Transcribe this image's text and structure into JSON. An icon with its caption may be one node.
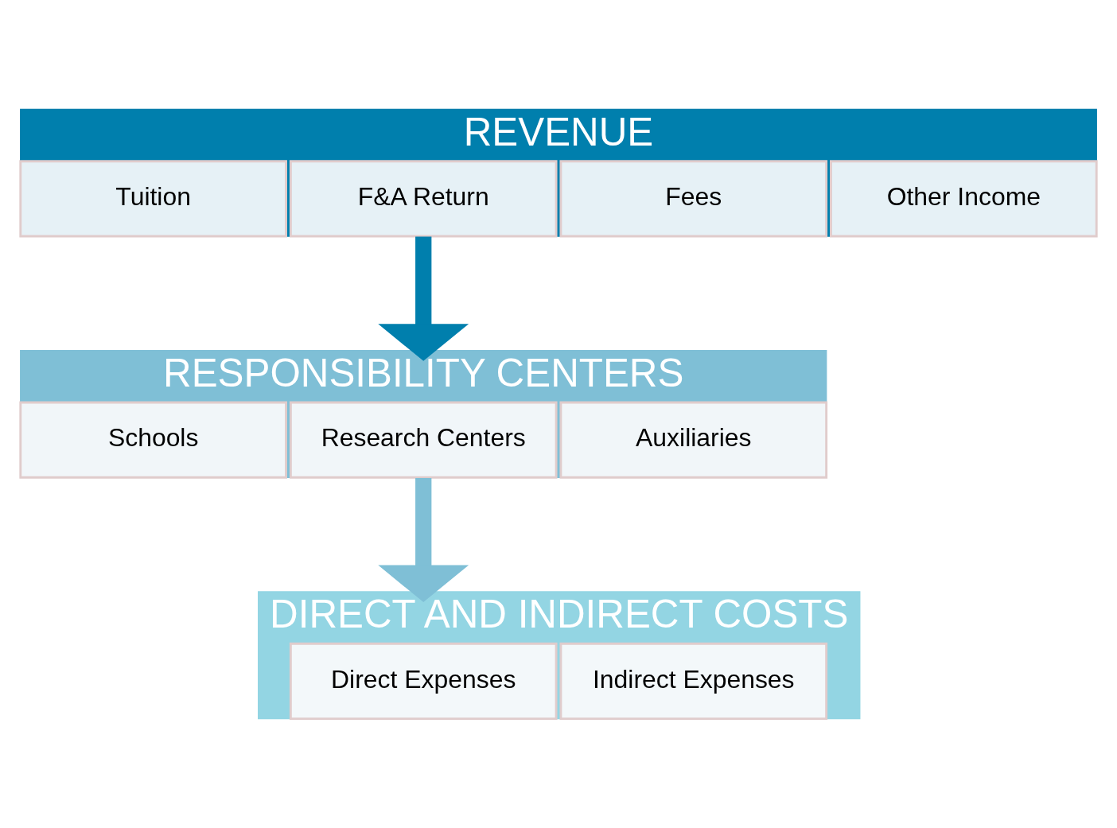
{
  "diagram": {
    "nodes": [
      {
        "text": [
          "REVENUE"
        ]
      },
      {
        "text": [
          "Tuition"
        ],
        "in": 0
      },
      {
        "text": [
          "F&A Return"
        ],
        "in": 0
      },
      {
        "text": [
          "Fees"
        ],
        "in": 0
      },
      {
        "text": [
          "Other Income"
        ],
        "in": 0
      },
      {
        "text": [
          "RESPONSIBILITY CENTERS"
        ]
      },
      {
        "text": [
          "Schools"
        ],
        "in": 5
      },
      {
        "text": [
          "Research Centers"
        ],
        "in": 5
      },
      {
        "text": [
          "Auxiliaries"
        ],
        "in": 5
      },
      {
        "text": [
          "DIRECT AND INDIRECT COSTS"
        ]
      },
      {
        "text": [
          "Direct Expenses"
        ],
        "in": 9
      },
      {
        "text": [
          "Indirect Expenses"
        ],
        "in": 9
      }
    ],
    "edges": [
      {
        "from": 0,
        "to": 5,
        "arrow": "to",
        "color": "#007fad"
      },
      {
        "from": 5,
        "to": 9,
        "arrow": "to",
        "color": "#7fbfd6"
      }
    ]
  }
}
